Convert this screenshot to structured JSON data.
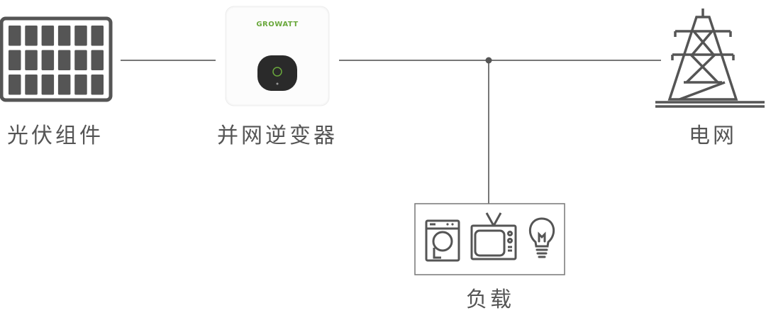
{
  "nodes": {
    "pv": {
      "label": "光伏组件",
      "icon": "solar-panel-icon"
    },
    "inverter": {
      "label": "并网逆变器",
      "icon": "inverter-icon",
      "brand": "GROWATT"
    },
    "grid": {
      "label": "电网",
      "icon": "transmission-tower-icon"
    },
    "load": {
      "label": "负载",
      "icons": [
        "washing-machine-icon",
        "tv-icon",
        "light-bulb-icon"
      ]
    }
  },
  "colors": {
    "line": "#777777",
    "icon": "#555555",
    "brand": "#6aa83c",
    "text": "#555555"
  }
}
